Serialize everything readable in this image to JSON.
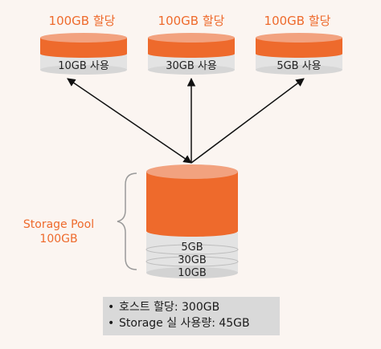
{
  "allocated_disks": [
    {
      "allocated": "100GB 할당",
      "used": "10GB 사용"
    },
    {
      "allocated": "100GB 할당",
      "used": "30GB 사용"
    },
    {
      "allocated": "100GB 할당",
      "used": "5GB 사용"
    }
  ],
  "storage_pool": {
    "label_line1": "Storage Pool",
    "label_line2": "100GB",
    "used_segments": [
      "5GB",
      "30GB",
      "10GB"
    ]
  },
  "summary": {
    "items": [
      "호스트 할당: 300GB",
      "Storage 실 사용량: 45GB"
    ]
  },
  "colors": {
    "orange": "#ee6a2c",
    "orange_light": "#f2a27f",
    "gray_band": "#e3e3e3",
    "background": "#fbf5f1"
  }
}
